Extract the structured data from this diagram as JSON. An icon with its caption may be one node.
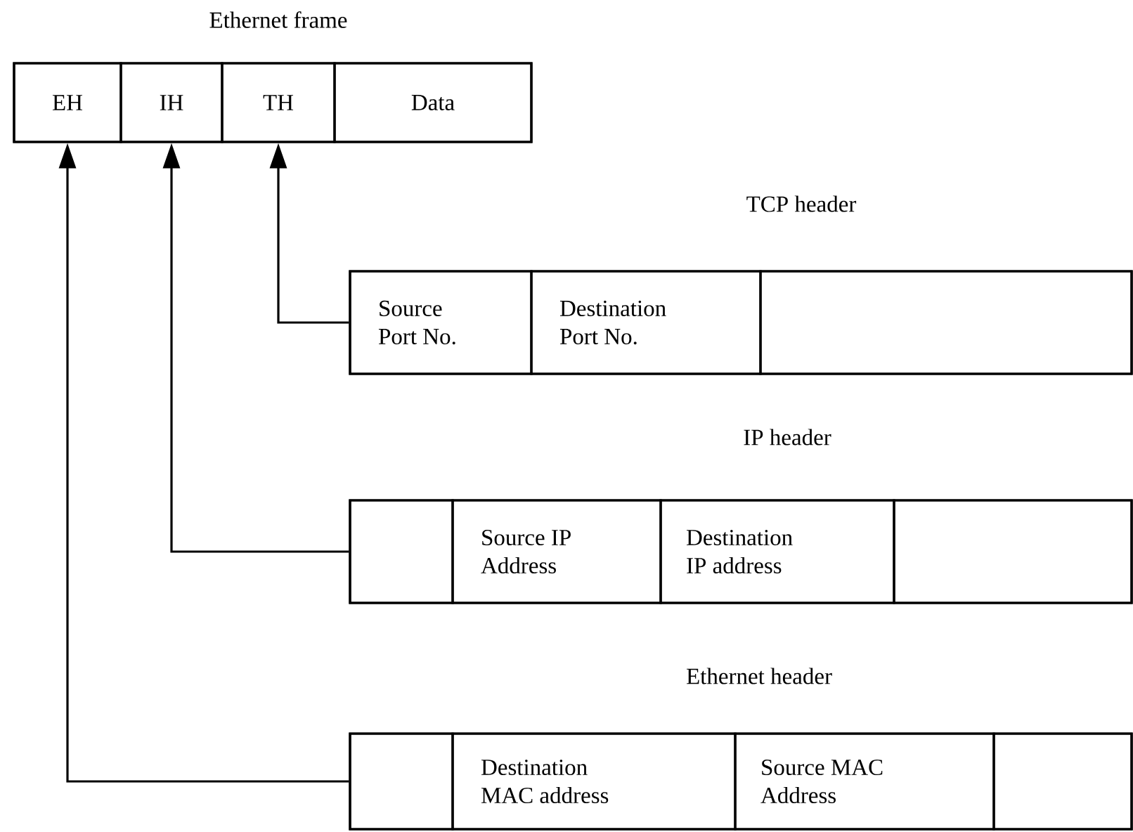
{
  "diagram": {
    "nodes": [
      {
        "text": [
          "Ethernet frame"
        ]
      },
      {
        "text": [
          "EH"
        ],
        "in": 0
      },
      {
        "text": [
          "IH"
        ],
        "in": 0
      },
      {
        "text": [
          "TH"
        ],
        "in": 0
      },
      {
        "text": [
          "Data"
        ],
        "in": 0
      },
      {
        "text": [
          "TCP header"
        ]
      },
      {
        "text": [
          "Source Port No."
        ],
        "in": 5
      },
      {
        "text": [
          "Destination Port No."
        ],
        "in": 5
      },
      {
        "text": [],
        "shape": "box",
        "in": 5
      },
      {
        "text": [
          "IP header"
        ]
      },
      {
        "text": [],
        "shape": "box",
        "in": 9
      },
      {
        "text": [
          "Source IP Address"
        ],
        "in": 9
      },
      {
        "text": [
          "Destination IP address"
        ],
        "in": 9
      },
      {
        "text": [],
        "shape": "box",
        "in": 9
      },
      {
        "text": [
          "Ethernet header"
        ]
      },
      {
        "text": [],
        "shape": "box",
        "in": 14
      },
      {
        "text": [
          "Destination MAC address"
        ],
        "in": 14
      },
      {
        "text": [
          "Source MAC Address"
        ],
        "in": 14
      },
      {
        "text": [],
        "shape": "box",
        "in": 14
      }
    ],
    "edges": [
      {
        "from": 5,
        "to": 3,
        "arrow": "to"
      },
      {
        "from": 9,
        "to": 2,
        "arrow": "to"
      },
      {
        "from": 14,
        "to": 1,
        "arrow": "to"
      }
    ]
  }
}
